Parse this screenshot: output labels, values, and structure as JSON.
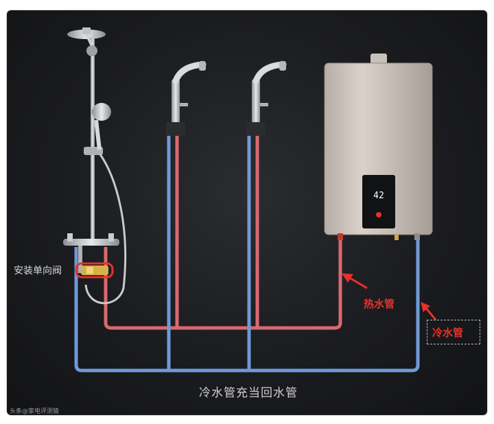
{
  "labels": {
    "valve": "安装单向阀",
    "hot_pipe": "热水管",
    "cold_pipe": "冷水管",
    "caption": "冷水管充当回水管",
    "watermark": "头条@家电评测猿"
  },
  "heater_display": "42",
  "colors": {
    "hot": "#d9696e",
    "cold": "#6f9ad8",
    "accent_red": "#e5322d",
    "background": "#1b1c1f"
  },
  "icons": [
    "shower-head-icon",
    "hand-shower-icon",
    "faucet-icon",
    "water-heater-icon",
    "check-valve-icon",
    "arrow-icon"
  ]
}
